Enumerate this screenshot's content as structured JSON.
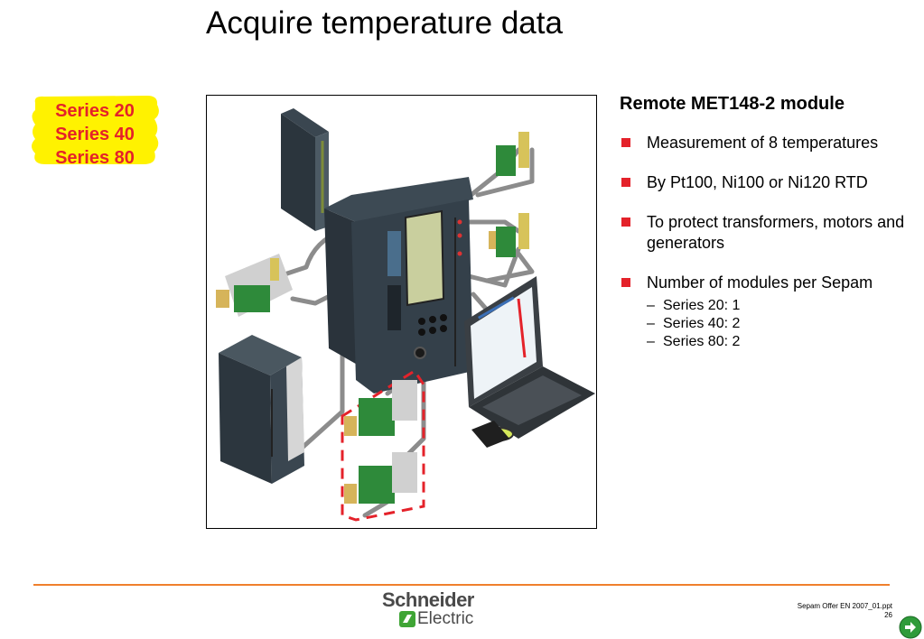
{
  "slide": {
    "title": "Acquire temperature data",
    "series_badge": [
      "Series 20",
      "Series 40",
      "Series 80"
    ],
    "section_title": "Remote MET148-2 module",
    "bullets": [
      {
        "text": "Measurement of 8 temperatures"
      },
      {
        "text": "By Pt100, Ni100 or Ni120 RTD"
      },
      {
        "text": "To protect transformers, motors and generators"
      },
      {
        "text": "Number of modules per Sepam",
        "sub": [
          "Series 20: 1",
          "Series 40: 2",
          "Series 80: 2"
        ]
      }
    ],
    "sub_dash": "–"
  },
  "footer": {
    "logo_top": "Schneider",
    "logo_bottom": "Electric",
    "file": "Sepam Offer EN 2007_01.ppt",
    "page": "26"
  },
  "colors": {
    "accent_red": "#e4222a",
    "badge_yellow": "#fff200",
    "rule_orange": "#f07f2c",
    "logo_green": "#3fa535",
    "next_green": "#2f9b3a"
  },
  "icons": {
    "next": "arrow-right-circle-icon",
    "logo_mark": "schneider-electric-mark-icon"
  }
}
